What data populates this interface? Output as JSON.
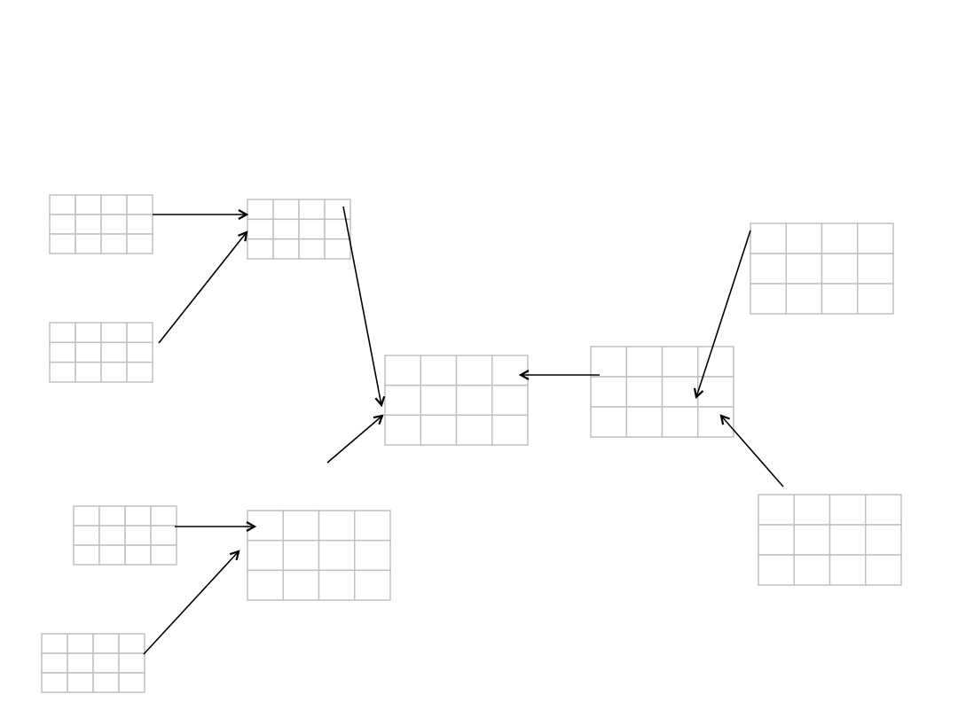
{
  "diagram": {
    "grid_color": "#c0c0c0",
    "arrow_color": "#000000",
    "tables": [
      {
        "id": "t1",
        "rows": 3,
        "cols": 4
      },
      {
        "id": "t2",
        "rows": 3,
        "cols": 4
      },
      {
        "id": "t3",
        "rows": 3,
        "cols": 4
      },
      {
        "id": "t4",
        "rows": 3,
        "cols": 4
      },
      {
        "id": "t5",
        "rows": 3,
        "cols": 4
      },
      {
        "id": "t6",
        "rows": 3,
        "cols": 4
      },
      {
        "id": "t7",
        "rows": 3,
        "cols": 4
      },
      {
        "id": "t8",
        "rows": 3,
        "cols": 4
      },
      {
        "id": "t9",
        "rows": 3,
        "cols": 4
      },
      {
        "id": "t10",
        "rows": 3,
        "cols": 4
      }
    ],
    "connections": [
      {
        "from": "t1",
        "to": "t2"
      },
      {
        "from": "t3",
        "to": "t2"
      },
      {
        "from": "t2",
        "to": "t4"
      },
      {
        "from": "t9",
        "to": "t4"
      },
      {
        "from": "t5",
        "to": "t4"
      },
      {
        "from": "t6",
        "to": "t5"
      },
      {
        "from": "t7",
        "to": "t5"
      },
      {
        "from": "t8",
        "to": "t9"
      },
      {
        "from": "t10",
        "to": "t9"
      }
    ]
  }
}
